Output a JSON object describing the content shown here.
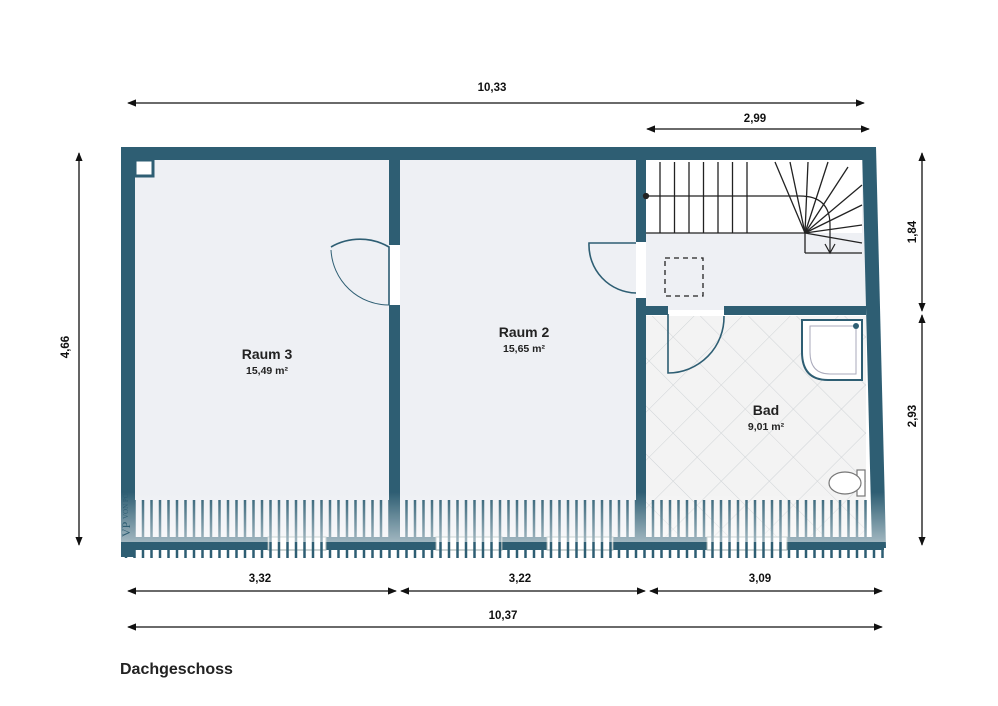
{
  "plan": {
    "title": "Dachgeschoss",
    "logo_text": "VON POLL",
    "logo_mark": "VP",
    "colors": {
      "wall": "#2e5e73",
      "floor": "#eef0f4",
      "dim": "#111111"
    }
  },
  "rooms": [
    {
      "name": "Raum 3",
      "area": "15,49 m²"
    },
    {
      "name": "Raum 2",
      "area": "15,65 m²"
    },
    {
      "name": "Bad",
      "area": "9,01 m²"
    }
  ],
  "dimensions": {
    "top_total": "10,33",
    "top_stair": "2,99",
    "left_height": "4,66",
    "right_upper": "1,84",
    "right_lower": "2,93",
    "bottom_seg1": "3,32",
    "bottom_seg2": "3,22",
    "bottom_seg3": "3,09",
    "bottom_total": "10,37"
  }
}
